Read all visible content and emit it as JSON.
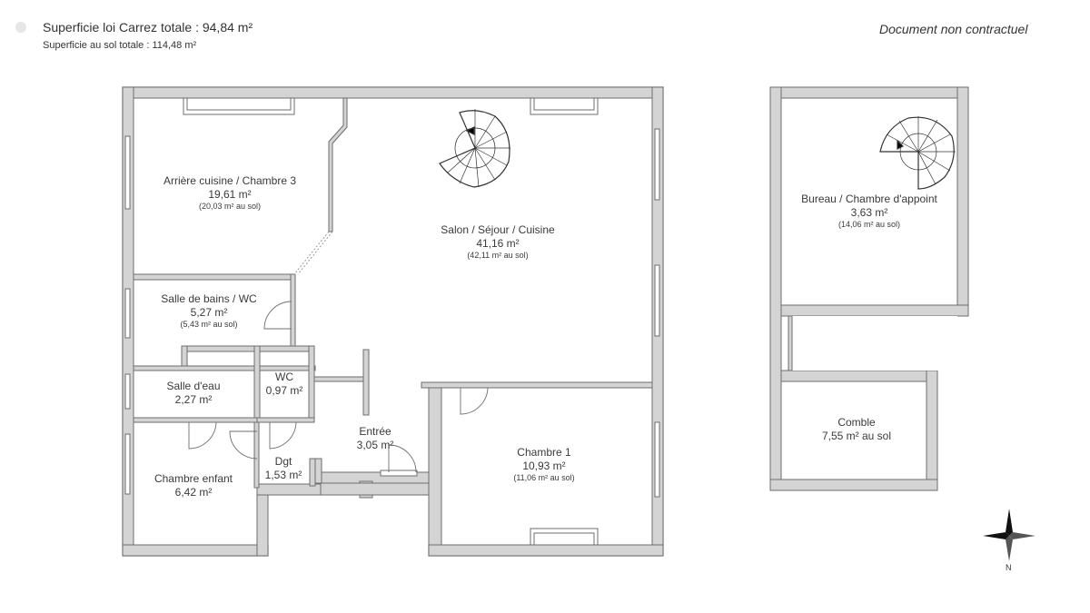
{
  "header": {
    "carrez_total": "Superficie loi Carrez totale : 94,84 m²",
    "sol_total": "Superficie au sol totale : 114,48 m²",
    "disclaimer": "Document non contractuel"
  },
  "rooms": [
    {
      "name": "Arrière cuisine / Chambre 3",
      "area": "19,61 m²",
      "sol": "(20,03 m² au sol)"
    },
    {
      "name": "Salon / Séjour / Cuisine",
      "area": "41,16 m²",
      "sol": "(42,11 m² au sol)"
    },
    {
      "name": "Salle de bains / WC",
      "area": "5,27 m²",
      "sol": "(5,43 m² au sol)"
    },
    {
      "name": "Salle d'eau",
      "area": "2,27 m²"
    },
    {
      "name": "WC",
      "area": "0,97 m²"
    },
    {
      "name": "Entrée",
      "area": "3,05 m²"
    },
    {
      "name": "Dgt",
      "area": "1,53 m²"
    },
    {
      "name": "Chambre enfant",
      "area": "6,42 m²"
    },
    {
      "name": "Chambre 1",
      "area": "10,93 m²",
      "sol": "(11,06 m² au sol)"
    },
    {
      "name": "Bureau / Chambre d'appoint",
      "area": "3,63 m²",
      "sol": "(14,06 m² au sol)"
    },
    {
      "name": "Comble",
      "area": "7,55 m² au sol"
    }
  ],
  "compass": {
    "label": "N"
  },
  "colors": {
    "wall_fill": "#d4d4d4",
    "wall_stroke": "#6e6e6e",
    "text": "#3a3a3a"
  }
}
